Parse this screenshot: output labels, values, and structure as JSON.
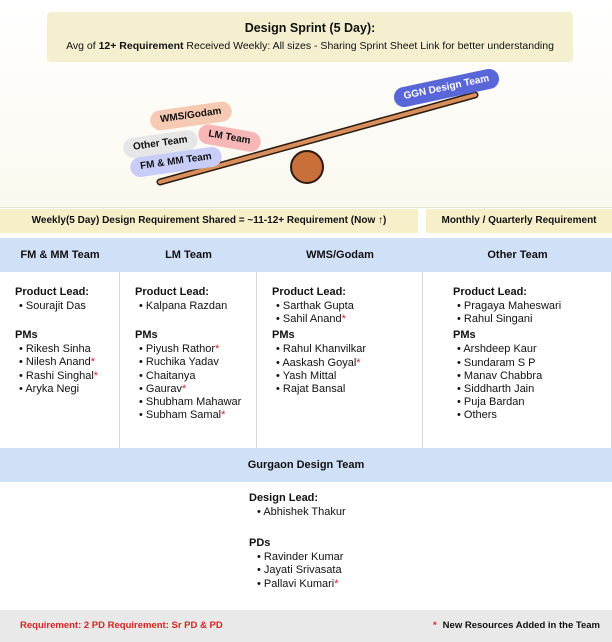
{
  "sprint": {
    "title": "Design Sprint (5 Day):",
    "sub_prefix": "Avg of ",
    "sub_bold": "12+ Requirement",
    "sub_suffix": " Received Weekly: All sizes - Sharing Sprint Sheet Link for better understanding"
  },
  "seesaw": {
    "left_pills": [
      "WMS/Godam",
      "Other Team",
      "LM Team",
      "FM & MM Team"
    ],
    "right_pill": "GGN Design Team",
    "colors": {
      "wms": "#f6c9b2",
      "other": "#e6e6e6",
      "lm": "#f7b7b7",
      "fm": "#c7cdf7",
      "ggn": "#5966d8",
      "beam": "#d88f5c",
      "fulcrum": "#c86f3a"
    }
  },
  "bands": {
    "weekly": "Weekly(5 Day) Design Requirement Shared = ~11-12+ Requirement (Now ↑)",
    "monthly": "Monthly / Quarterly Requirement"
  },
  "teams": [
    {
      "name": "FM & MM Team",
      "lead_label": "Product Lead:",
      "leads": [
        {
          "name": "Sourajit Das",
          "star": ""
        }
      ],
      "pm_label": "PMs",
      "pms": [
        {
          "name": "Rikesh Sinha",
          "star": ""
        },
        {
          "name": "Nilesh Anand",
          "star": "*"
        },
        {
          "name": "Rashi Singhal",
          "star": "*"
        },
        {
          "name": "Aryka Negi",
          "star": ""
        }
      ]
    },
    {
      "name": "LM Team",
      "lead_label": "Product Lead:",
      "leads": [
        {
          "name": "Kalpana Razdan",
          "star": ""
        }
      ],
      "pm_label": "PMs",
      "pms": [
        {
          "name": "Piyush Rathor",
          "star": "*"
        },
        {
          "name": "Ruchika Yadav",
          "star": ""
        },
        {
          "name": "Chaitanya",
          "star": ""
        },
        {
          "name": "Gaurav",
          "star": "*"
        },
        {
          "name": "Shubham Mahawar",
          "star": ""
        },
        {
          "name": "Subham Samal",
          "star": "*"
        }
      ]
    },
    {
      "name": "WMS/Godam",
      "lead_label": "Product Lead:",
      "leads": [
        {
          "name": "Sarthak Gupta",
          "star": ""
        },
        {
          "name": "Sahil Anand",
          "star": "*"
        }
      ],
      "pm_label": "PMs",
      "pms": [
        {
          "name": "Rahul Khanvilkar",
          "star": ""
        },
        {
          "name": "Aaskash Goyal",
          "star": "*"
        },
        {
          "name": "Yash Mittal",
          "star": ""
        },
        {
          "name": "Rajat Bansal",
          "star": ""
        }
      ]
    },
    {
      "name": "Other Team",
      "lead_label": "Product Lead:",
      "leads": [
        {
          "name": "Pragaya Maheswari",
          "star": ""
        },
        {
          "name": "Rahul Singani",
          "star": ""
        }
      ],
      "pm_label": "PMs",
      "pms": [
        {
          "name": "Arshdeep Kaur",
          "star": ""
        },
        {
          "name": "Sundaram S P",
          "star": ""
        },
        {
          "name": "Manav Chabbra",
          "star": ""
        },
        {
          "name": "Siddharth Jain",
          "star": ""
        },
        {
          "name": "Puja Bardan",
          "star": ""
        },
        {
          "name": "Others",
          "star": ""
        }
      ]
    }
  ],
  "gurgaon": {
    "title": "Gurgaon Design Team",
    "lead_label": "Design Lead:",
    "leads": [
      {
        "name": "Abhishek Thakur",
        "star": ""
      }
    ],
    "pd_label": "PDs",
    "pds": [
      {
        "name": "Ravinder Kumar",
        "star": ""
      },
      {
        "name": "Jayati Srivasata",
        "star": ""
      },
      {
        "name": "Pallavi Kumari",
        "star": "*"
      }
    ]
  },
  "footer": {
    "left": "Requirement: 2 PD Requirement: Sr PD & PD",
    "star": "*",
    "right": "New Resources Added in the Team"
  }
}
